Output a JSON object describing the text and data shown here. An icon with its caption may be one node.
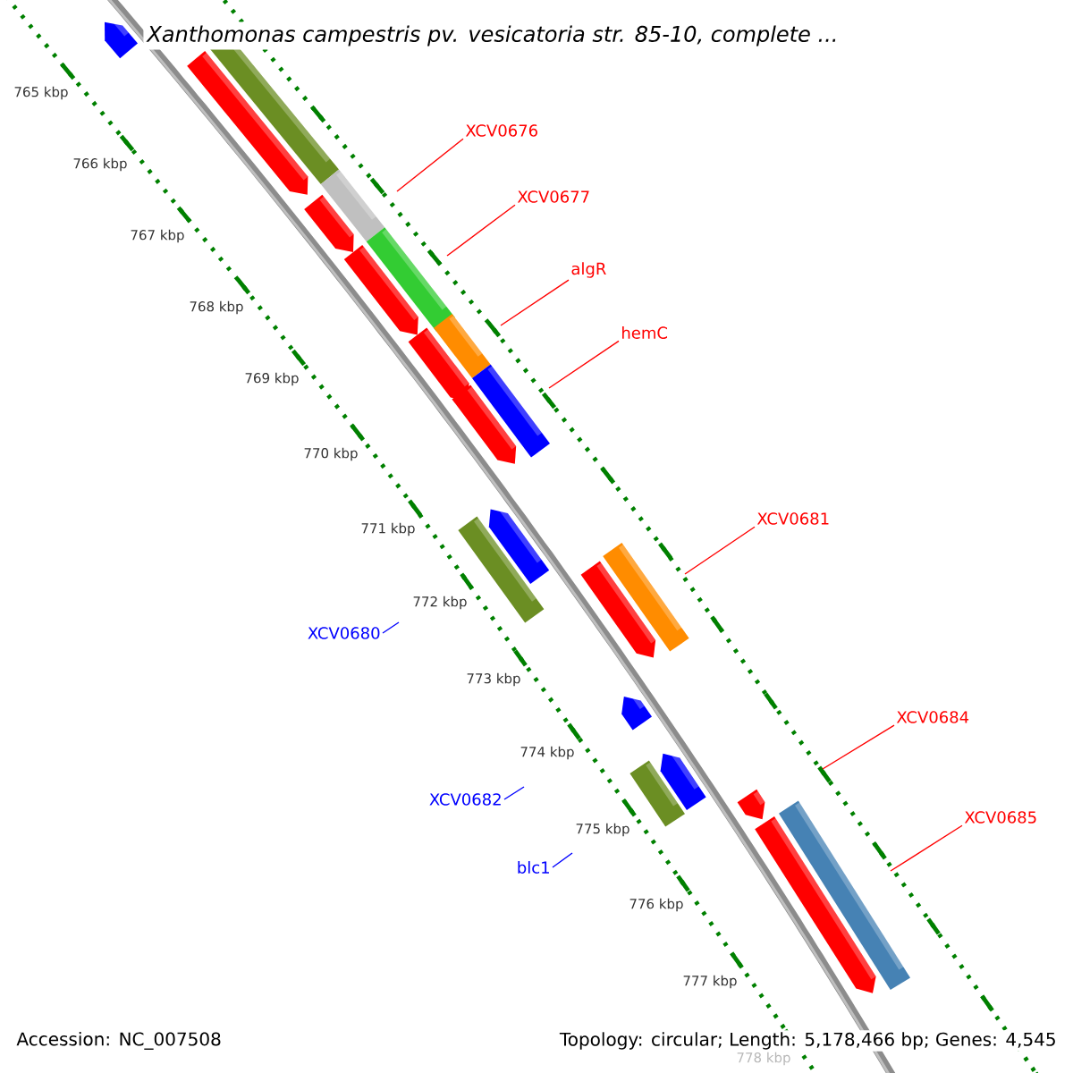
{
  "diagram": {
    "title": "Xanthomonas campestris pv. vesicatoria str. 85-10, complete ...",
    "nodes": [
      {
        "text": [
          "XCV0676"
        ]
      },
      {
        "text": [
          "XCV0677"
        ]
      },
      {
        "text": [
          "algR"
        ]
      },
      {
        "text": [
          "hemC"
        ]
      },
      {
        "text": [
          "XCV0681"
        ]
      },
      {
        "text": [
          "XCV0684"
        ]
      },
      {
        "text": [
          "XCV0685"
        ]
      },
      {
        "text": [
          "XCV0680"
        ]
      },
      {
        "text": [
          "XCV0682"
        ]
      },
      {
        "text": [
          "blc1"
        ]
      }
    ],
    "edges": [
      {
        "from": 0,
        "to": null,
        "arrow": "none"
      },
      {
        "from": 1,
        "to": null,
        "arrow": "none"
      },
      {
        "from": 2,
        "to": null,
        "arrow": "none"
      },
      {
        "from": 3,
        "to": null,
        "arrow": "none"
      },
      {
        "from": 4,
        "to": null,
        "arrow": "none"
      },
      {
        "from": 5,
        "to": null,
        "arrow": "none"
      },
      {
        "from": 6,
        "to": null,
        "arrow": "none"
      },
      {
        "from": 7,
        "to": null,
        "arrow": "none",
        "color": "#0000ff"
      },
      {
        "from": 8,
        "to": null,
        "arrow": "none",
        "color": "#0000ff"
      },
      {
        "from": 9,
        "to": null,
        "arrow": "none",
        "color": "#0000ff"
      }
    ],
    "labels": [
      "765 kbp",
      "766 kbp",
      "767 kbp",
      "768 kbp",
      "769 kbp",
      "770 kbp",
      "771 kbp",
      "772 kbp",
      "773 kbp",
      "774 kbp",
      "775 kbp",
      "776 kbp",
      "777 kbp",
      "778 kbp",
      "Accession: NC_007508",
      "Topology: circular; Length: 5,178,466 bp; Genes: 4,545"
    ]
  }
}
